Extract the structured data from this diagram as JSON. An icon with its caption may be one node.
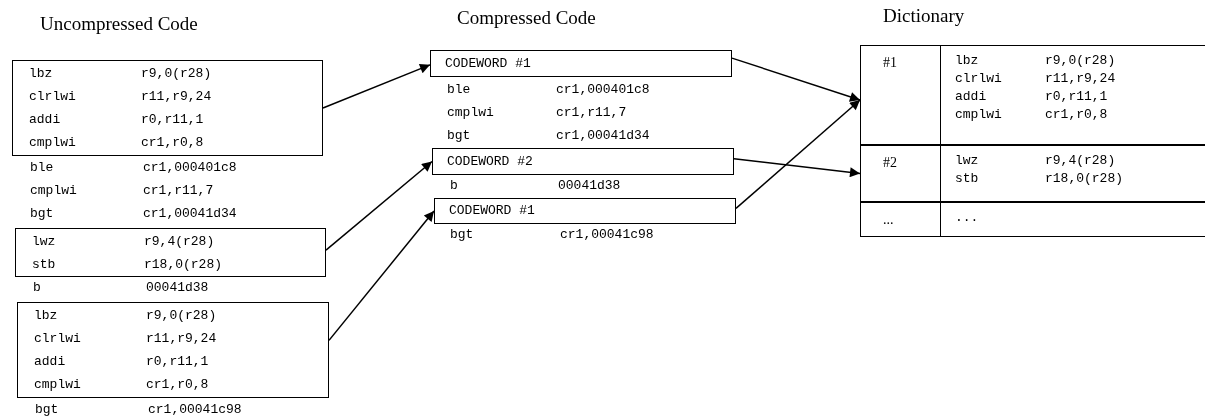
{
  "diagram": {
    "nodes": [
      {
        "text": [
          "lbz",
          "r9,0(r28)",
          "clrlwi",
          "r11,r9,24",
          "addi",
          "r0,r11,1",
          "cmplwi",
          "cr1,r0,8"
        ]
      },
      {
        "text": [
          "lwz",
          "r9,4(r28)",
          "stb",
          "r18,0(r28)"
        ]
      },
      {
        "text": [
          "lbz",
          "r9,0(r28)",
          "clrlwi",
          "r11,r9,24",
          "addi",
          "r0,r11,1",
          "cmplwi",
          "cr1,r0,8"
        ]
      },
      {
        "text": [
          "CODEWORD #1"
        ]
      },
      {
        "text": [
          "CODEWORD #2"
        ]
      },
      {
        "text": [
          "CODEWORD #1"
        ]
      },
      {
        "text": [
          "#1",
          "lbz",
          "r9,0(r28)",
          "clrlwi",
          "r11,r9,24",
          "addi",
          "r0,r11,1",
          "cmplwi",
          "cr1,r0,8"
        ]
      },
      {
        "text": [
          "#2",
          "lwz",
          "r9,4(r28)",
          "stb",
          "r18,0(r28)"
        ]
      },
      {
        "text": [
          "...",
          "..."
        ]
      }
    ],
    "edges": [
      {
        "from": 0,
        "to": 3,
        "arrow": "to"
      },
      {
        "from": 1,
        "to": 4,
        "arrow": "to"
      },
      {
        "from": 2,
        "to": 5,
        "arrow": "to"
      },
      {
        "from": 3,
        "to": 6,
        "arrow": "to"
      },
      {
        "from": 4,
        "to": 7,
        "arrow": "to"
      },
      {
        "from": 5,
        "to": 6,
        "arrow": "to"
      }
    ],
    "labels": [
      "Uncompressed Code",
      "ble",
      "cr1,000401c8",
      "cmplwi",
      "cr1,r11,7",
      "bgt",
      "cr1,00041d34",
      "b",
      "00041d38",
      "bgt",
      "cr1,00041c98",
      "Compressed Code",
      "ble",
      "cr1,000401c8",
      "cmplwi",
      "cr1,r11,7",
      "bgt",
      "cr1,00041d34",
      "b",
      "00041d38",
      "bgt",
      "cr1,00041c98",
      "Dictionary"
    ]
  }
}
